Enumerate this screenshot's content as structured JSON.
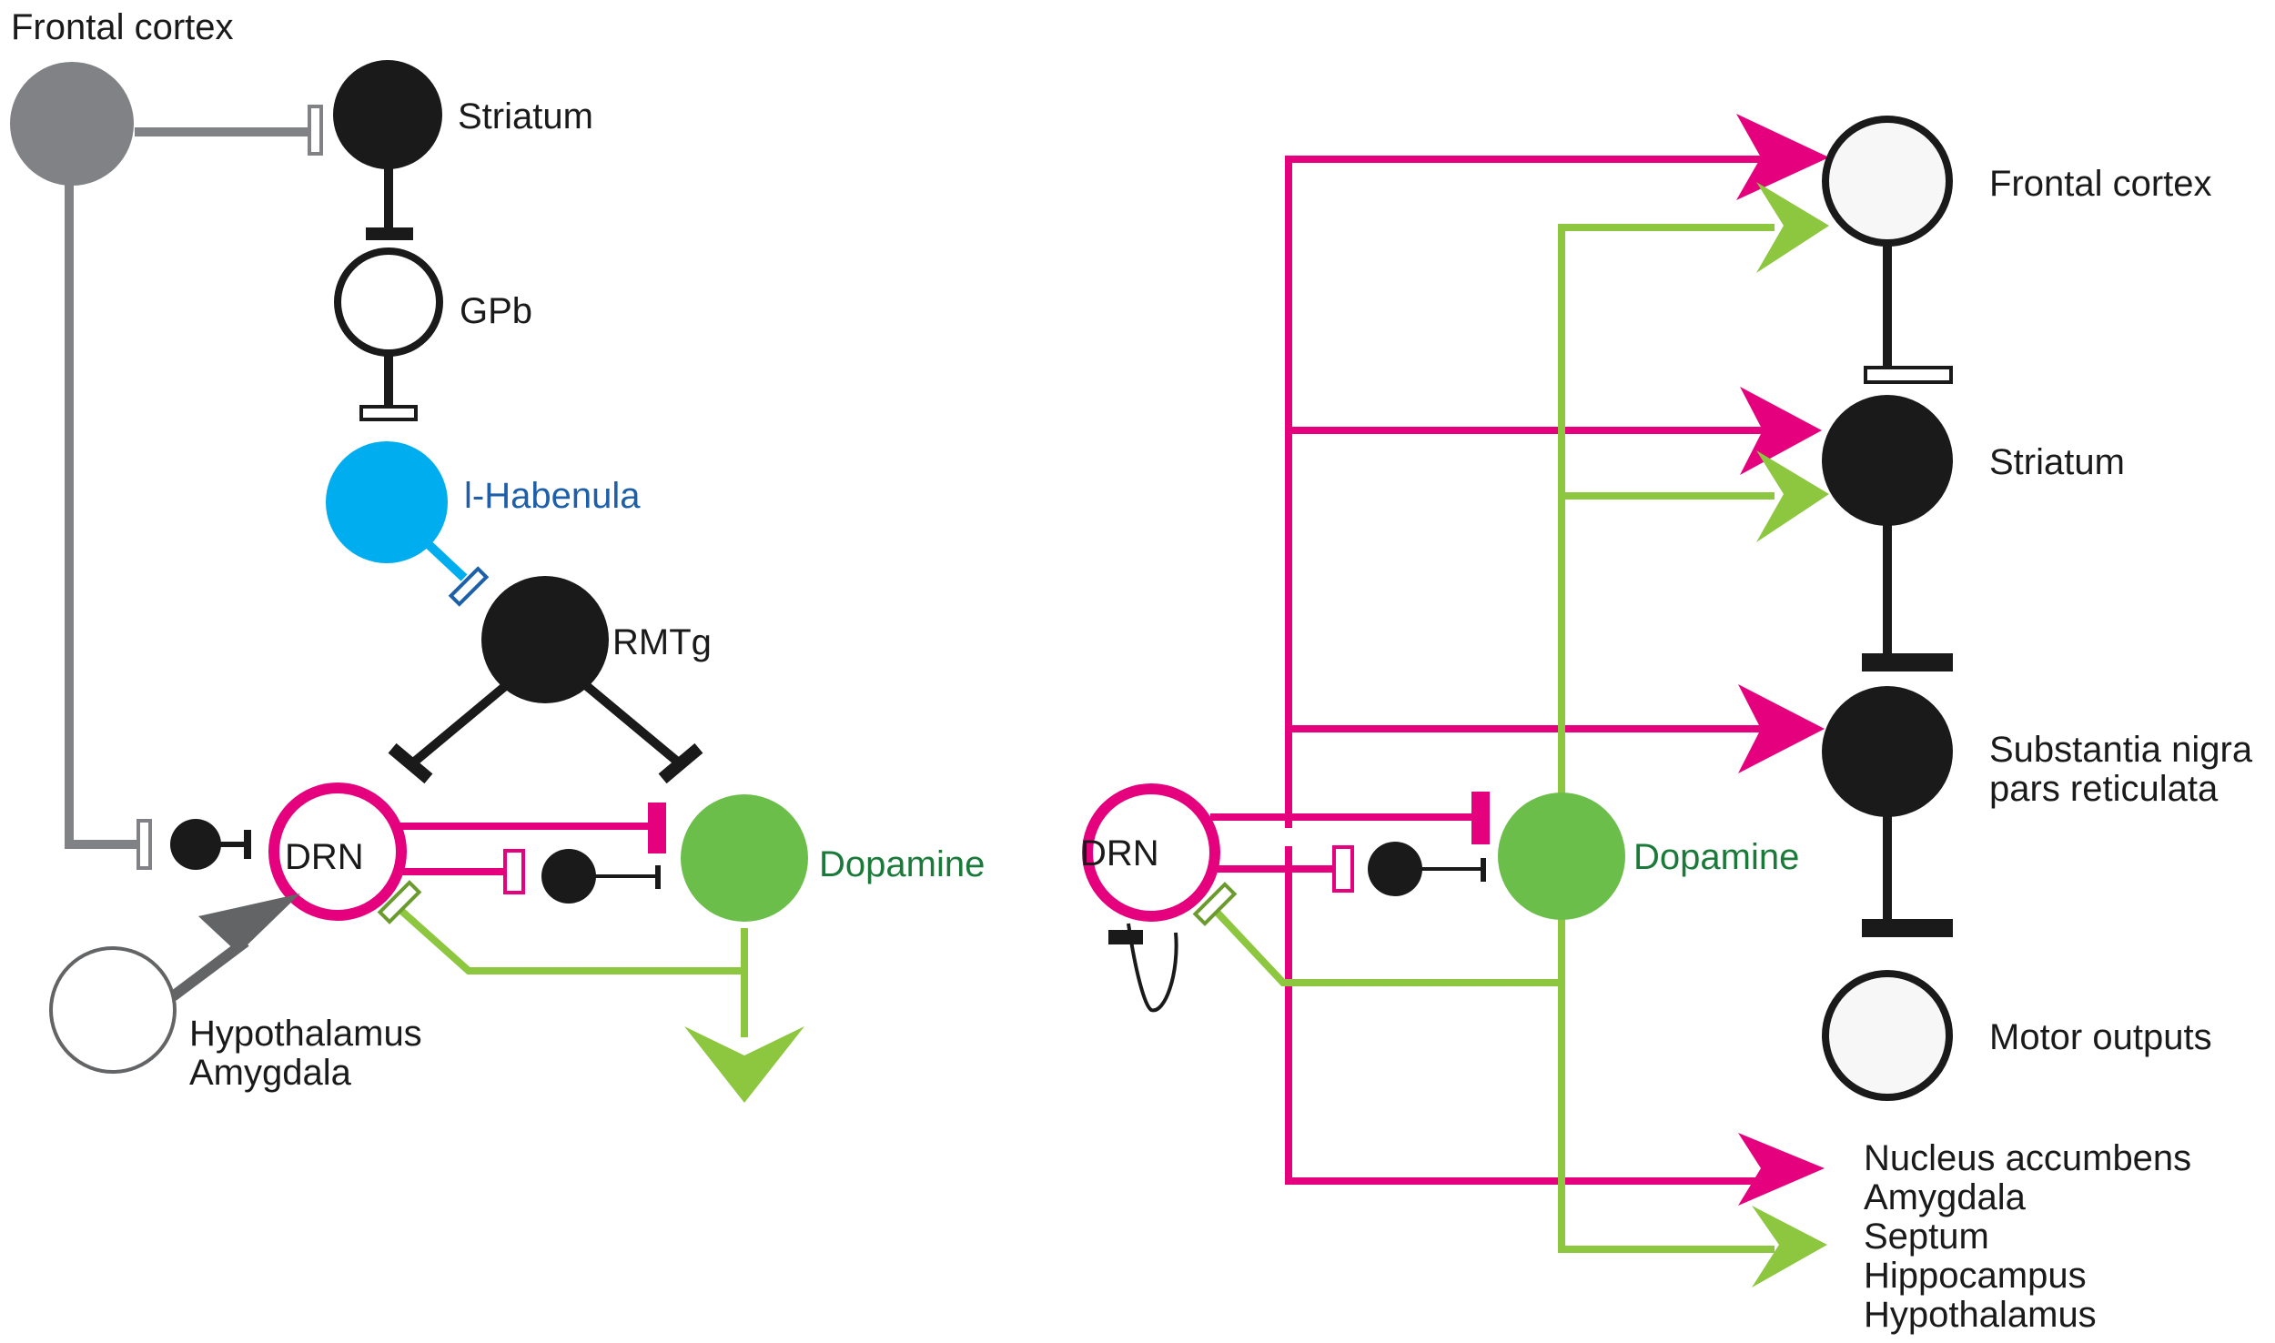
{
  "colors": {
    "excitatory_serotonin": "#e5007e",
    "dopamine_fill": "#6cbe4b",
    "dopamine_arrow": "#8dc63f",
    "dopamine_text": "#1b7a3a",
    "habenula_fill": "#00aeef",
    "habenula_text": "#1d5fa8",
    "cortex_gray": "#808285",
    "black": "#1a1a1a"
  },
  "left_panel": {
    "frontal_cortex": "Frontal cortex",
    "striatum": "Striatum",
    "gpb": "GPb",
    "habenula": "l-Habenula",
    "rmtg": "RMTg",
    "drn": "DRN",
    "dopamine": "Dopamine",
    "inputs": [
      "Hypothalamus",
      "Amygdala"
    ]
  },
  "right_panel": {
    "frontal_cortex": "Frontal cortex",
    "striatum": "Striatum",
    "snr": [
      "Substantia nigra",
      "pars reticulata"
    ],
    "motor_outputs": "Motor outputs",
    "drn": "DRN",
    "dopamine": "Dopamine",
    "targets": [
      "Nucleus accumbens",
      "Amygdala",
      "Septum",
      "Hippocampus",
      "Hypothalamus"
    ]
  }
}
